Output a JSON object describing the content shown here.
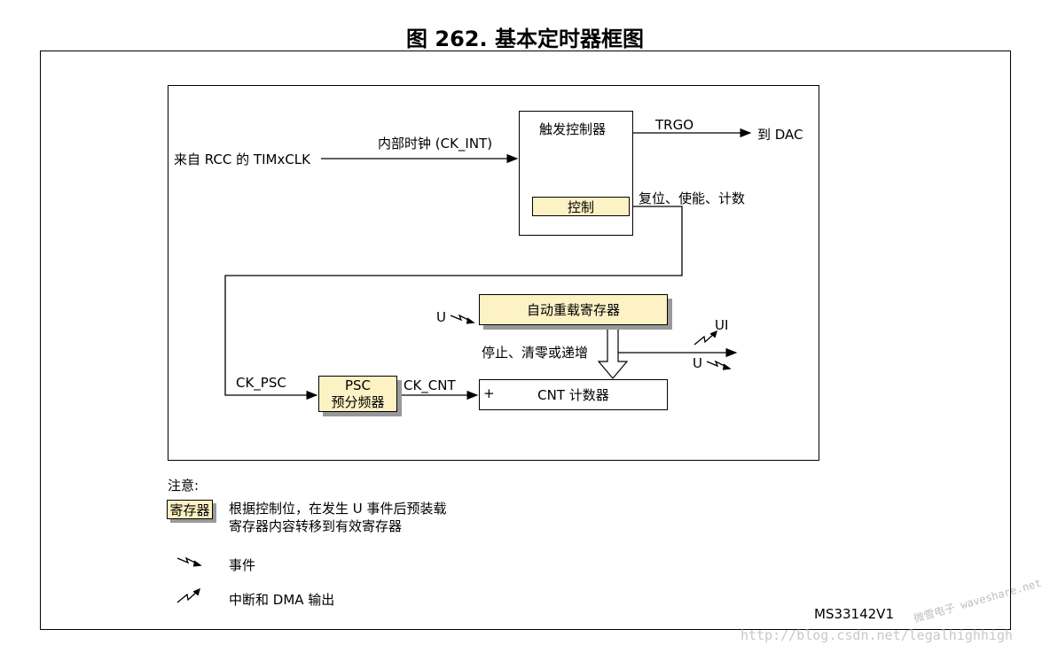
{
  "title": "图 262. 基本定时器框图",
  "diagram": {
    "source_label": "来自 RCC 的 TIMxCLK",
    "internal_clock_label": "内部时钟 (CK_INT)",
    "trigger_controller_label": "触发控制器",
    "control_label": "控制",
    "trgo_label": "TRGO",
    "to_dac_label": "到 DAC",
    "reset_enable_count_label": "复位、使能、计数",
    "ck_psc_label": "CK_PSC",
    "psc_line1": "PSC",
    "psc_line2": "预分频器",
    "ck_cnt_label": "CK_CNT",
    "auto_reload_label": "自动重载寄存器",
    "u_event_label": "U",
    "stop_clear_label": "停止、清零或递增",
    "cnt_counter_label": "CNT 计数器",
    "cnt_plus_label": "+",
    "ui_label": "UI",
    "u_out_label": "U"
  },
  "notes": {
    "heading": "注意:",
    "register_key": "寄存器",
    "register_desc_line1": "根据控制位，在发生 U 事件后预装载",
    "register_desc_line2": "寄存器内容转移到有效寄存器",
    "event_desc": "事件",
    "interrupt_desc": "中断和 DMA 输出"
  },
  "code": "MS33142V1",
  "watermark": "http://blog.csdn.net/legalhighhigh",
  "watermark_logo": "微雪电子 waveshare.net",
  "colors": {
    "register_fill": "#fdf2c4",
    "shadow": "#999999"
  }
}
